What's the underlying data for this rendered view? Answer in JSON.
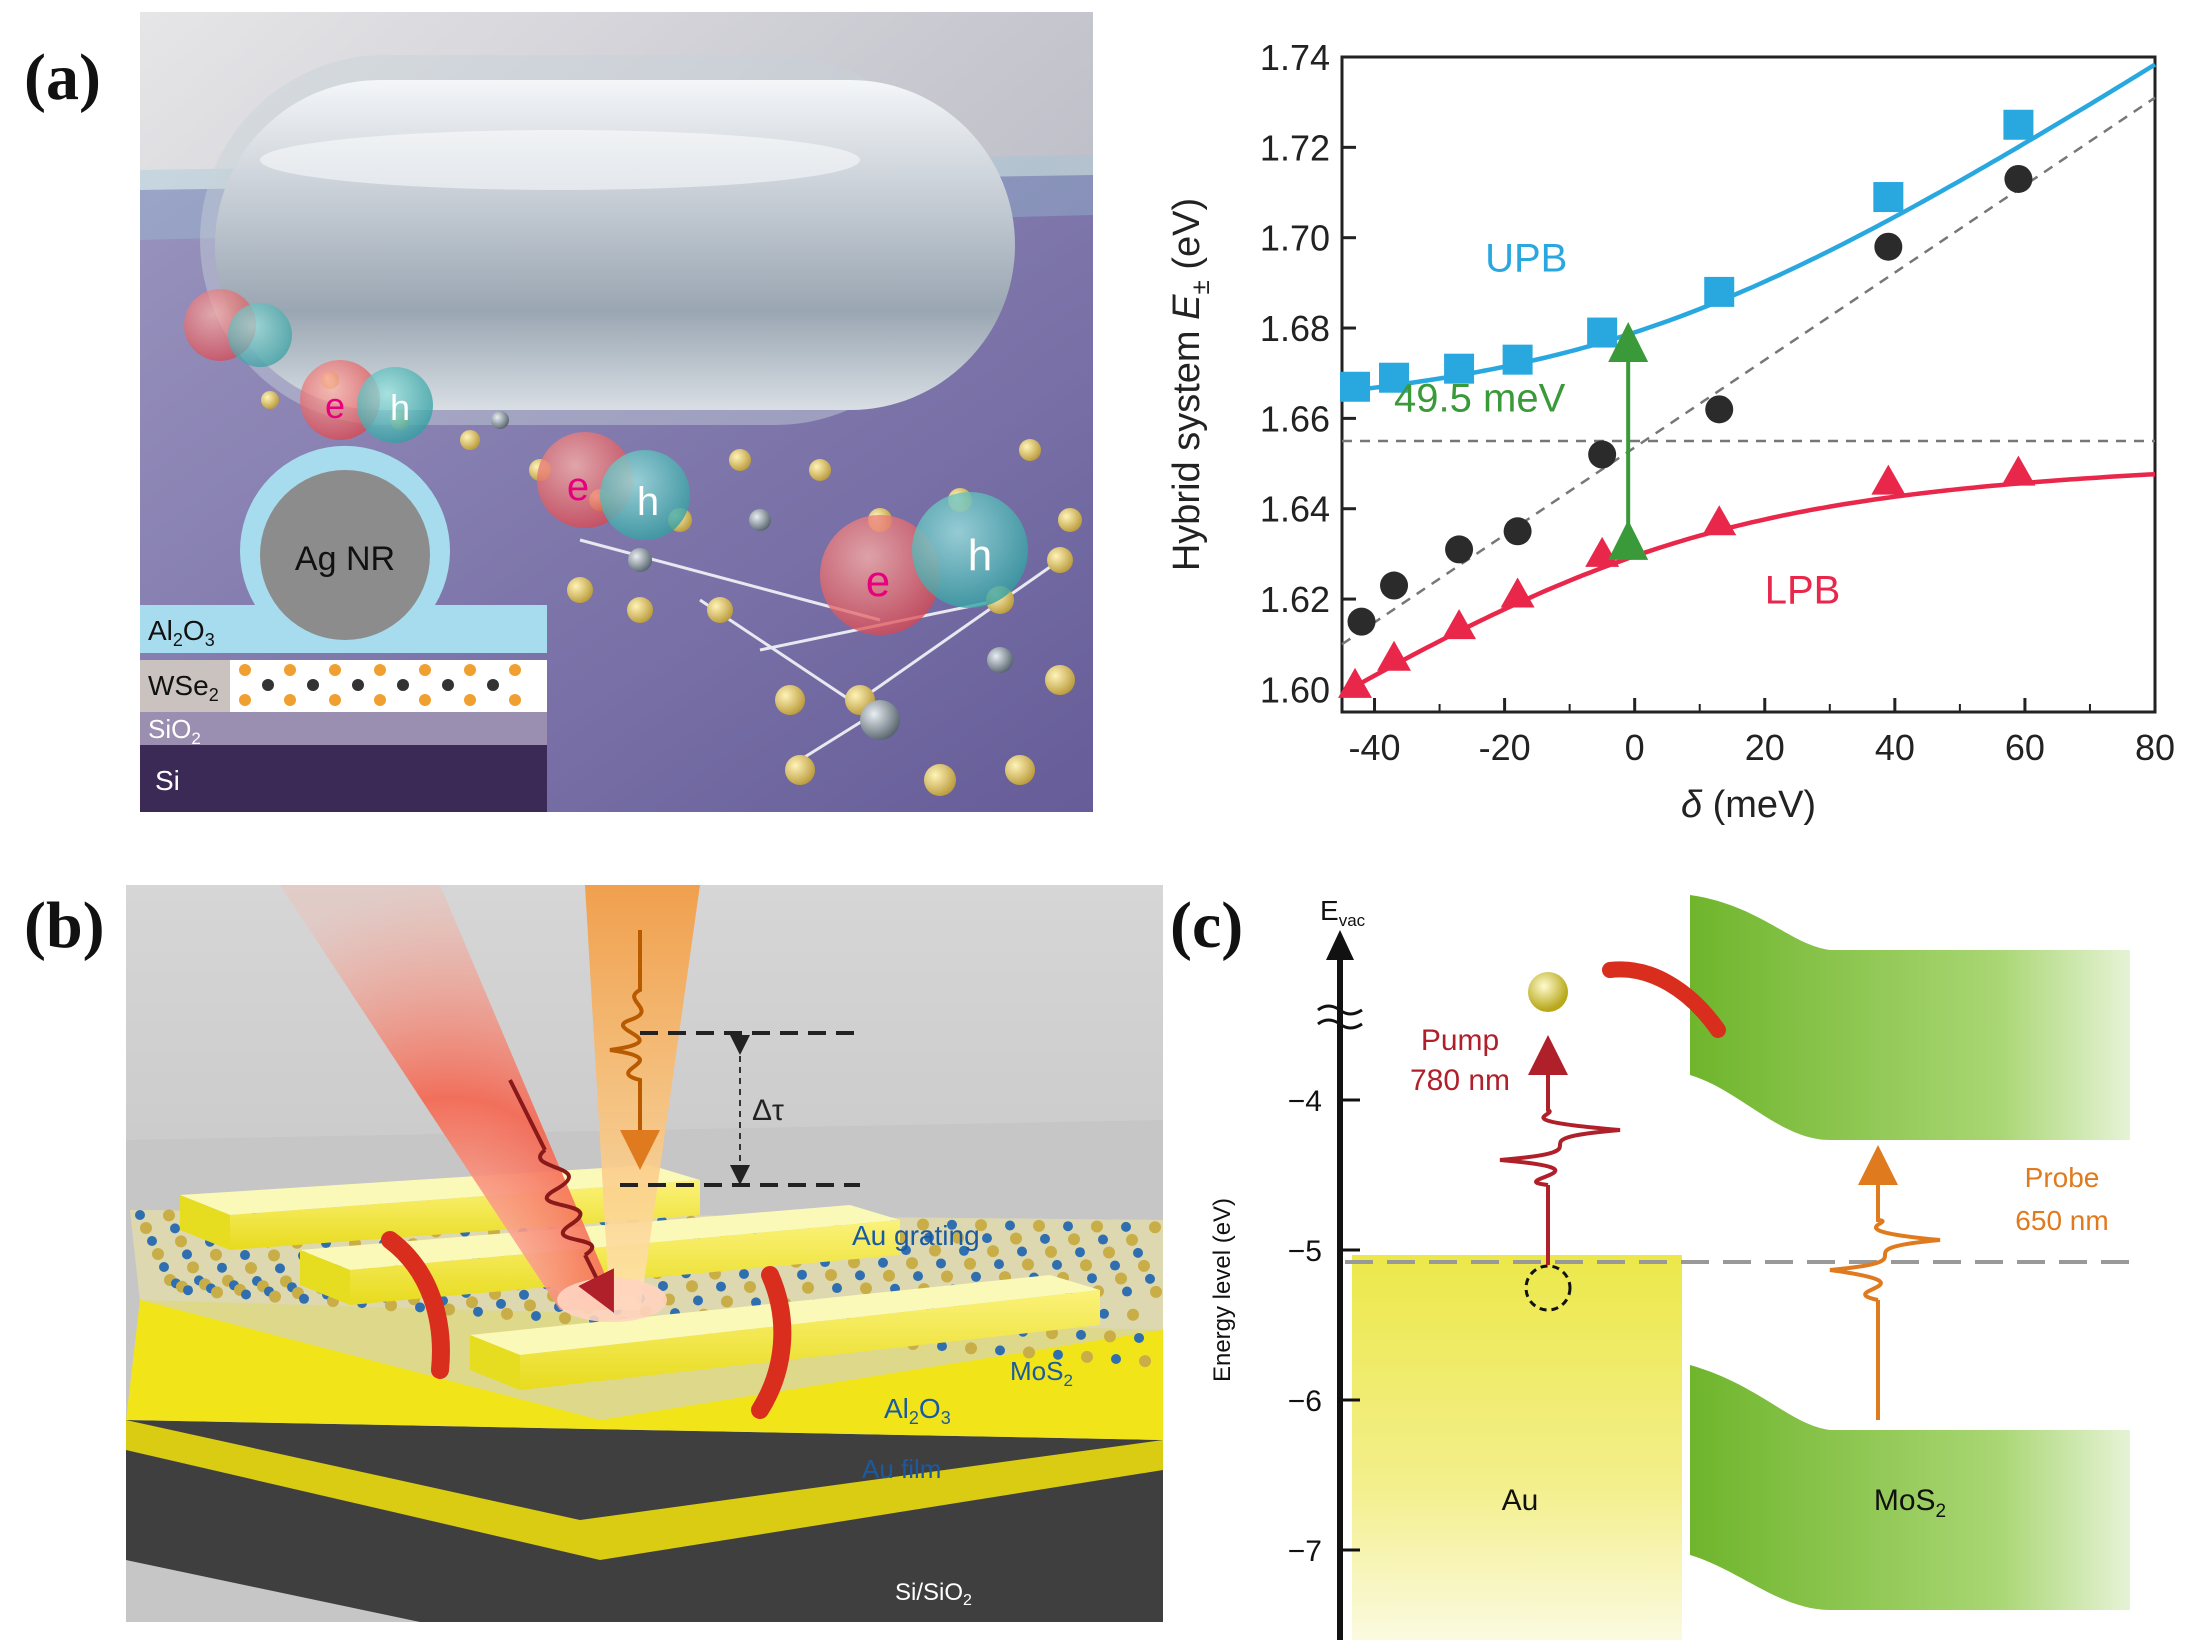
{
  "panels": {
    "a_label": "(a)",
    "b_label": "(b)",
    "c_label": "(c)"
  },
  "panel_a": {
    "ag_nr": "Ag NR",
    "al2o3": "Al",
    "al2o3_sub": "2",
    "al2o3_tail": "O",
    "al2o3_sub2": "3",
    "wse2": "WSe",
    "wse2_sub": "2",
    "sio2": "SiO",
    "sio2_sub": "2",
    "si": "Si",
    "electron": "e",
    "hole": "h"
  },
  "panel_b": {
    "delta_tau": "Δτ",
    "au_grating": "Au grating",
    "mos2": "MoS",
    "mos2_sub": "2",
    "al2o3": "Al",
    "al2o3_sub": "2",
    "al2o3_tail": "O",
    "al2o3_sub2": "3",
    "au_film": "Au film",
    "si_sio2": "Si/SiO",
    "si_sio2_sub": "2"
  },
  "panel_c": {
    "evac": "E",
    "evac_sub": "vac",
    "ylabel": "Energy level (eV)",
    "yticks": [
      "-4",
      "-5",
      "-6",
      "-7"
    ],
    "pump": "Pump",
    "pump_wl": "780 nm",
    "probe": "Probe",
    "probe_wl": "650 nm",
    "au": "Au",
    "mos2": "MoS",
    "mos2_sub": "2"
  },
  "chart_data": {
    "type": "scatter",
    "xlabel": "δ (meV)",
    "ylabel": "Hybrid system E± (eV)",
    "ylabel_main": "Hybrid system ",
    "ylabel_var": "E",
    "ylabel_sub": "±",
    "ylabel_unit": " (eV)",
    "xlim": [
      -45,
      80
    ],
    "ylim": [
      1.595,
      1.74
    ],
    "xticks": [
      -40,
      -20,
      0,
      20,
      40,
      60,
      80
    ],
    "yticks": [
      1.6,
      1.62,
      1.64,
      1.66,
      1.68,
      1.7,
      1.72,
      1.74
    ],
    "series": [
      {
        "name": "UPB",
        "marker": "square",
        "color": "#29a8e0",
        "x": [
          -43,
          -37,
          -27,
          -18,
          -5,
          13,
          39,
          59
        ],
        "y": [
          1.667,
          1.669,
          1.671,
          1.673,
          1.679,
          1.688,
          1.709,
          1.725
        ]
      },
      {
        "name": "LPB",
        "marker": "triangle",
        "color": "#e8274b",
        "x": [
          -43,
          -37,
          -27,
          -18,
          -5,
          13,
          39,
          59
        ],
        "y": [
          1.601,
          1.607,
          1.614,
          1.621,
          1.63,
          1.637,
          1.646,
          1.648
        ]
      },
      {
        "marker": "circle",
        "color": "#2b2b2b",
        "x": [
          -42,
          -37,
          -27,
          -18,
          -5,
          13,
          39,
          59
        ],
        "y": [
          1.615,
          1.623,
          1.631,
          1.635,
          1.652,
          1.662,
          1.698,
          1.713
        ]
      }
    ],
    "reference_lines": {
      "horizontal_y": 1.655,
      "diagonal": [
        [
          -45,
          1.61
        ],
        [
          80,
          1.731
        ]
      ]
    },
    "annotation": "49.5 meV",
    "annotation_arrow_x": -1,
    "annotation_arrow_y": [
      1.63,
      1.68
    ]
  }
}
